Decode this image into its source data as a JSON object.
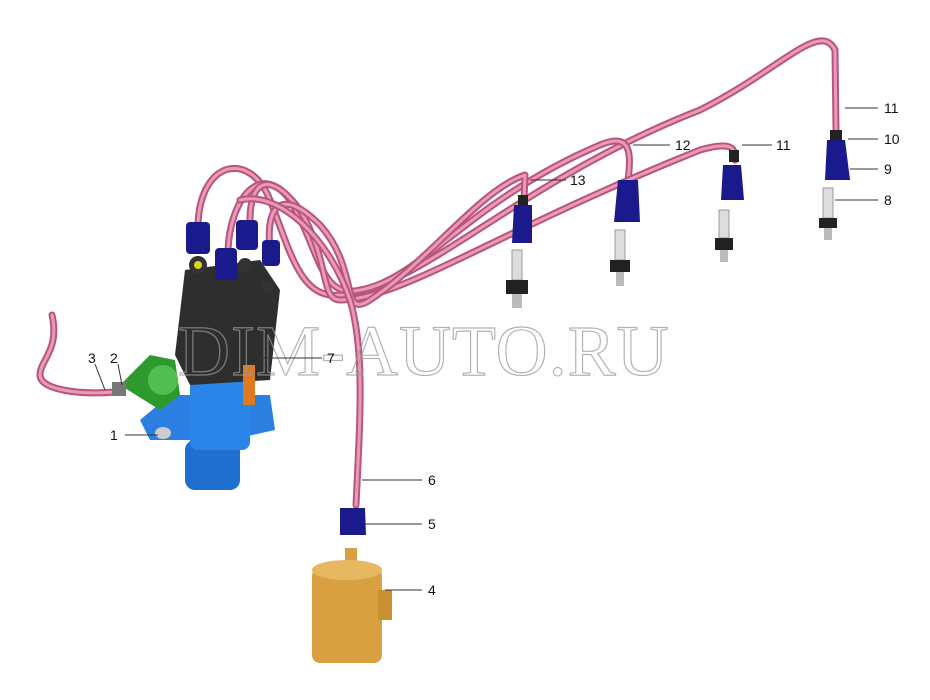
{
  "watermark": "DIM-AUTO.RU",
  "callouts": [
    {
      "id": "c1",
      "text": "1"
    },
    {
      "id": "c2",
      "text": "2"
    },
    {
      "id": "c3",
      "text": "3"
    },
    {
      "id": "c4",
      "text": "4"
    },
    {
      "id": "c5",
      "text": "5"
    },
    {
      "id": "c6",
      "text": "6"
    },
    {
      "id": "c7",
      "text": "7"
    },
    {
      "id": "c8",
      "text": "8"
    },
    {
      "id": "c9",
      "text": "9"
    },
    {
      "id": "c10",
      "text": "10"
    },
    {
      "id": "c11a",
      "text": "11"
    },
    {
      "id": "c11b",
      "text": "11"
    },
    {
      "id": "c12",
      "text": "12"
    },
    {
      "id": "c13",
      "text": "13"
    }
  ],
  "colors": {
    "wire": "#d07098",
    "cap": "#1a1a8c",
    "distributor_body": "#2b7fe0",
    "distributor_cap": "#2a2a2a",
    "vacuum": "#2e9a2e",
    "coil": "#d8a040"
  }
}
